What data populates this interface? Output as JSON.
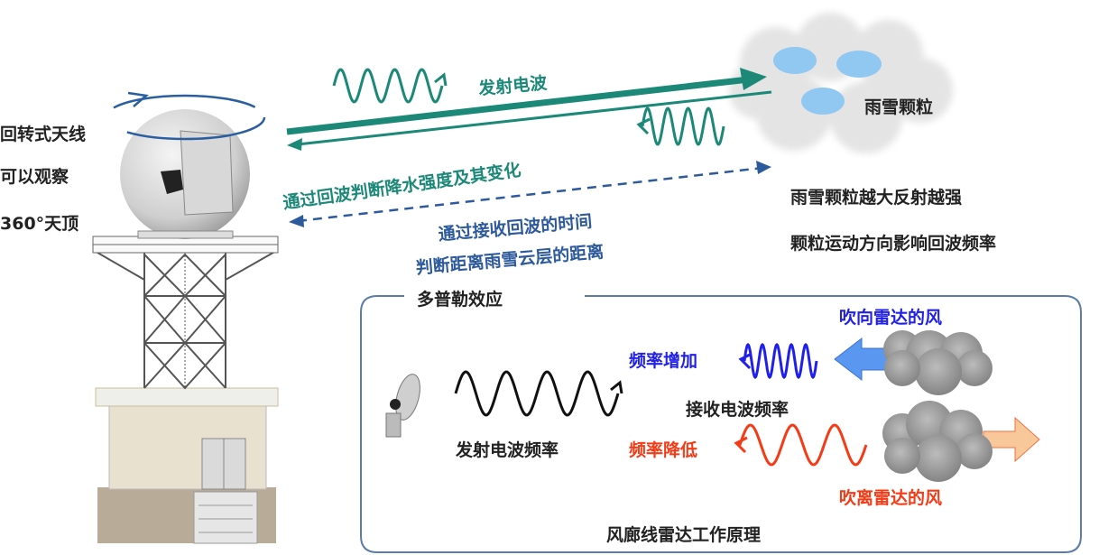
{
  "radar_labels": {
    "line1": "回转式天线",
    "line2": "可以观察",
    "line3": "360°天顶"
  },
  "beams": {
    "transmit": "发射电波",
    "echo": "通过回波判断降水强度及其变化",
    "timing_line1": "通过接收回波的时间",
    "timing_line2": "判断距离雨雪云层的距离"
  },
  "cloud": {
    "label": "雨雪颗粒",
    "note1": "雨雪颗粒越大反射越强",
    "note2": "颗粒运动方向影响回波频率"
  },
  "doppler": {
    "title": "多普勒效应",
    "wind_toward": "吹向雷达的风",
    "freq_increase": "频率增加",
    "received_freq": "接收电波频率",
    "transmit_freq": "发射电波频率",
    "freq_decrease": "频率降低",
    "wind_away": "吹离雷达的风",
    "caption": "风廊线雷达工作原理"
  },
  "colors": {
    "teal": "#1b8878",
    "dashed_blue": "#2d5a9c",
    "increase_blue": "#2020e8",
    "decrease_red": "#f53a16",
    "text": "#222222"
  }
}
